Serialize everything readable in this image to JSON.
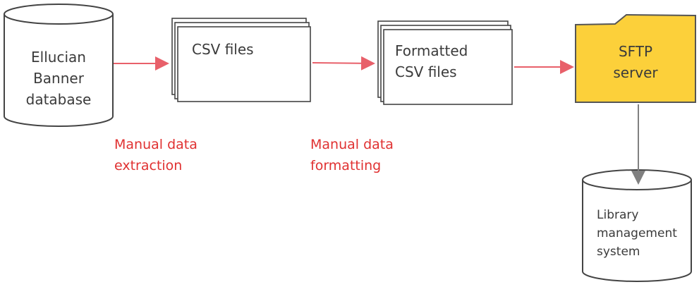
{
  "nodes": {
    "db": "Ellucian Banner database",
    "db_lines": [
      "Ellucian",
      "Banner",
      "database"
    ],
    "csv": "CSV files",
    "formatted": [
      "Formatted",
      "CSV files"
    ],
    "sftp": [
      "SFTP",
      "server"
    ],
    "lms": [
      "Library",
      "management",
      "system"
    ]
  },
  "edges": {
    "extraction": [
      "Manual data",
      "extraction"
    ],
    "formatting": [
      "Manual data",
      "formatting"
    ]
  },
  "colors": {
    "accent": "#e03131",
    "arrow_red": "#e8606a",
    "folder_fill": "#fcd03a",
    "stroke": "#4a4a4a",
    "arrow_gray": "#808080"
  }
}
